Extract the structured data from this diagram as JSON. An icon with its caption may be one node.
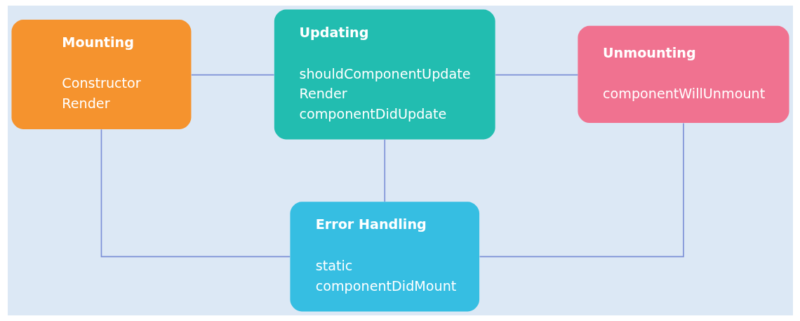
{
  "diagram": {
    "nodes": [
      {
        "text": [
          "Mounting",
          "Constructor",
          "Render"
        ]
      },
      {
        "text": [
          "Updating",
          "shouldComponentUpdate",
          "Render",
          "componentDidUpdate"
        ]
      },
      {
        "text": [
          "Unmounting",
          "componentWillUnmount"
        ]
      },
      {
        "text": [
          "Error Handling",
          "static",
          "componentDidMount"
        ]
      }
    ],
    "edges": [
      {
        "from": 0,
        "to": 1,
        "arrow": "none"
      },
      {
        "from": 1,
        "to": 2,
        "arrow": "none"
      },
      {
        "from": 0,
        "to": 3,
        "arrow": "none"
      },
      {
        "from": 1,
        "to": 3,
        "arrow": "none"
      },
      {
        "from": 2,
        "to": 3,
        "arrow": "none"
      }
    ]
  }
}
